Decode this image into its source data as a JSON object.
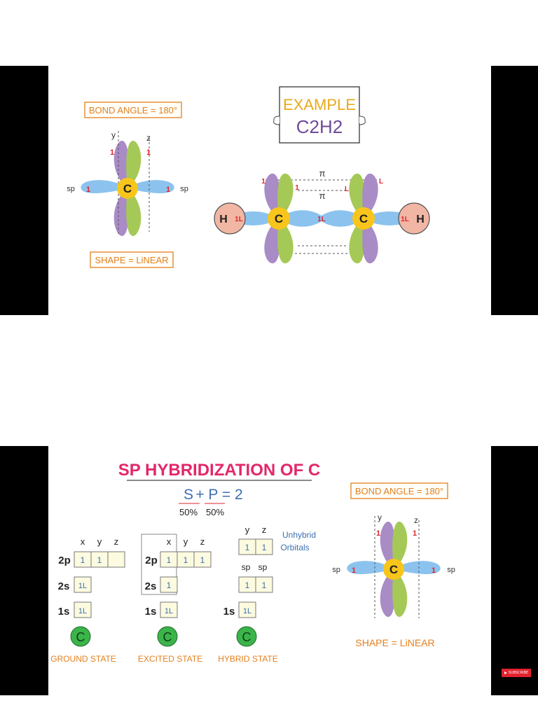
{
  "colors": {
    "purple": "#a98bc6",
    "green": "#a5c957",
    "blue": "#8cc3ee",
    "carbon": "#f8c51c",
    "hydrogen": "#f2b6a4",
    "orange": "#e3801e",
    "pink": "#e3276a",
    "example_purple": "#6f4a9a",
    "box_fill": "#fcfbe0",
    "box_blue": "#3d6fb1",
    "ground_green": "#3bb54a",
    "electron_red": "#e0242b"
  },
  "slide1": {
    "bond_angle": "BOND ANGLE = 180°",
    "shape": "SHAPE = LiNEAR",
    "example_title": "EXAMPLE",
    "example_formula": "C2H2",
    "left_atom": {
      "center": "C",
      "y_label": "y",
      "z_label": "z",
      "sp_left": "sp",
      "sp_right": "sp",
      "e_y": "1",
      "e_z": "1",
      "e_sp_left": "1",
      "e_sp_right": "1"
    },
    "molecule": {
      "h_left": "H",
      "h_right": "H",
      "c_left": "C",
      "c_right": "C",
      "pi_top": "π",
      "pi_middle": "π",
      "bond_ch_left": "1L",
      "bond_cc": "1L",
      "bond_ch_right": "1L",
      "e_c1_y": "1",
      "e_c1_z": "1",
      "e_c2_y": "L",
      "e_c2_z": "L"
    }
  },
  "slide2": {
    "title": "SP HYBRIDIZATION OF C",
    "formula_s": "S",
    "formula_rest": "+ P = 2",
    "pct_s": "50%",
    "pct_p": "50%",
    "ground": {
      "axes": [
        "x",
        "y",
        "z"
      ],
      "label_2p": "2p",
      "cells_2p": [
        "1",
        "1",
        ""
      ],
      "label_2s": "2s",
      "cell_2s": "1L",
      "label_1s": "1s",
      "cell_1s": "1L",
      "atom": "C",
      "state": "GROUND STATE"
    },
    "excited": {
      "axes": [
        "x",
        "y",
        "z"
      ],
      "label_2p": "2p",
      "cells_2p": [
        "1",
        "1",
        "1"
      ],
      "label_2s": "2s",
      "cell_2s": "1",
      "label_1s": "1s",
      "cell_1s": "1L",
      "atom": "C",
      "state": "EXCITED STATE"
    },
    "hybrid": {
      "axes": [
        "y",
        "z"
      ],
      "unhybrid_note_1": "Unhybrid",
      "unhybrid_note_2": "Orbitals",
      "cells_unhybrid": [
        "1",
        "1"
      ],
      "sp_labels": [
        "sp",
        "sp"
      ],
      "cells_sp": [
        "1",
        "1"
      ],
      "label_1s": "1s",
      "cell_1s": "1L",
      "atom": "C",
      "state": "HYBRID STATE"
    },
    "bond_angle": "BOND ANGLE = 180°",
    "shape": "SHAPE = LiNEAR",
    "right_atom": {
      "center": "C",
      "y_label": "y",
      "z_label": "z",
      "sp_left": "sp",
      "sp_right": "sp",
      "e_y": "1",
      "e_z": "1",
      "e_sp_left": "1",
      "e_sp_right": "1"
    }
  },
  "subscribe_label": "SUBSCRIBE"
}
